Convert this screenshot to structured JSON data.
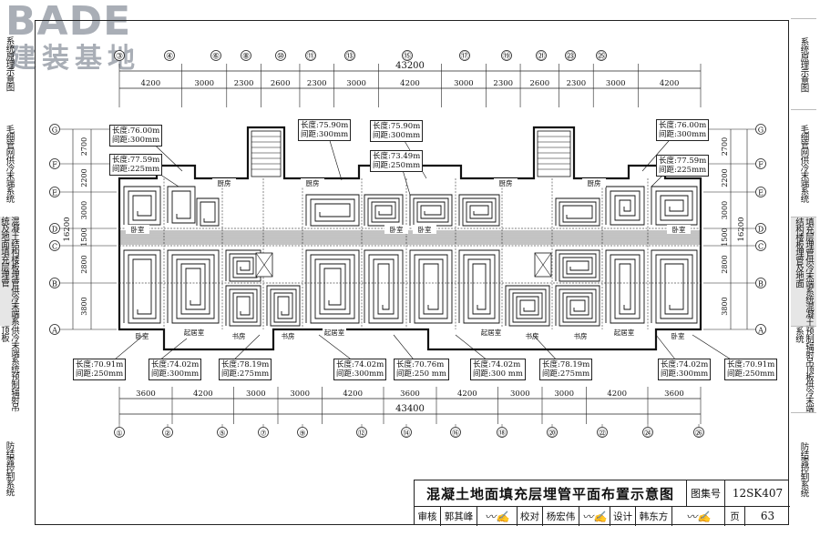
{
  "logo": {
    "brand": "BADE",
    "sub": "建装基地"
  },
  "side_left_tabs": [
    {
      "label": "系统原理示意图",
      "active": false
    },
    {
      "label": "毛细管网供冷末端系统",
      "active": false
    },
    {
      "label": "混凝土结构楼板埋管供冷末端系统及地面填充层埋管",
      "active": true
    },
    {
      "label": "供冷末端系统预制辐射吊顶板",
      "active": false
    },
    {
      "label": "防结露控制系统",
      "active": false
    }
  ],
  "side_right_tabs": [
    {
      "label": "系统原理示意图",
      "active": false
    },
    {
      "label": "毛细管网供冷末端系统",
      "active": false
    },
    {
      "label": "填充层埋管供冷末端系统混凝土结构楼板埋管及地面",
      "active": true
    },
    {
      "label": "预制辐射吊顶板供冷末端系统",
      "active": false
    },
    {
      "label": "防结露控制系统",
      "active": false
    }
  ],
  "plan": {
    "top_total": "43200",
    "top_dims": [
      "4200",
      "3000",
      "2300",
      "2600",
      "2300",
      "3000",
      "4200",
      "3000",
      "2300",
      "2600",
      "2300",
      "3000",
      "4200"
    ],
    "top_axes": [
      "③",
      "④",
      "⑥",
      "⑧",
      "⑩",
      "⑪",
      "⑬",
      "⑮",
      "⑰",
      "⑲",
      "㉑",
      "㉓",
      "㉕"
    ],
    "bottom_total": "43400",
    "bottom_dims": [
      "3600",
      "4200",
      "3000",
      "3000",
      "4200",
      "3600",
      "4200",
      "3000",
      "3000",
      "4200",
      "3600"
    ],
    "bottom_axes": [
      "①",
      "②",
      "⑤",
      "⑦",
      "⑨",
      "⑫",
      "⑭",
      "⑯",
      "⑱",
      "⑳",
      "㉒",
      "㉔",
      "㉖"
    ],
    "left_axes": [
      "G",
      "F",
      "E",
      "D",
      "C",
      "B",
      "A"
    ],
    "side_dims": [
      "2700",
      "2200",
      "3000",
      "1500",
      "2800",
      "3800"
    ],
    "side_total": "16200",
    "rooms": {
      "kitchen": "厨房",
      "bedroom": "卧室",
      "living": "起居室",
      "study": "书房"
    }
  },
  "callouts": [
    {
      "len": "长度:76.00m",
      "gap": "间距:300mm"
    },
    {
      "len": "长度:77.59m",
      "gap": "间距:225mm"
    },
    {
      "len": "长度:75.90m",
      "gap": "间距:300mm"
    },
    {
      "len": "长度:75.90m",
      "gap": "间距:300mm"
    },
    {
      "len": "长度:73.49m",
      "gap": "间距:250mm"
    },
    {
      "len": "长度:76.00m",
      "gap": "间距:300mm"
    },
    {
      "len": "长度:77.59m",
      "gap": "间距:225mm"
    },
    {
      "len": "长度:70.91m",
      "gap": "间距:250mm"
    },
    {
      "len": "长度:74.02m",
      "gap": "间距:300mm"
    },
    {
      "len": "长度:78.19m",
      "gap": "间距:275mm"
    },
    {
      "len": "长度:74.02m",
      "gap": "间距:300mm"
    },
    {
      "len": "长度:70.76m",
      "gap": "间距:250 mm"
    },
    {
      "len": "长度:74.02m",
      "gap": "间距:300 mm"
    },
    {
      "len": "长度:78.19m",
      "gap": "间距:275mm"
    },
    {
      "len": "长度:74.02m",
      "gap": "间距:300mm"
    },
    {
      "len": "长度:70.91m",
      "gap": "间距:250mm"
    }
  ],
  "title_block": {
    "title": "混凝土地面填充层埋管平面布置示意图",
    "atlas_label": "图集号",
    "atlas_no": "12SK407",
    "review_label": "审核",
    "reviewer": "郭其峰",
    "check_label": "校对",
    "checker": "杨宏伟",
    "design_label": "设计",
    "designer": "韩东方",
    "page_label": "页",
    "page_no": "63"
  }
}
